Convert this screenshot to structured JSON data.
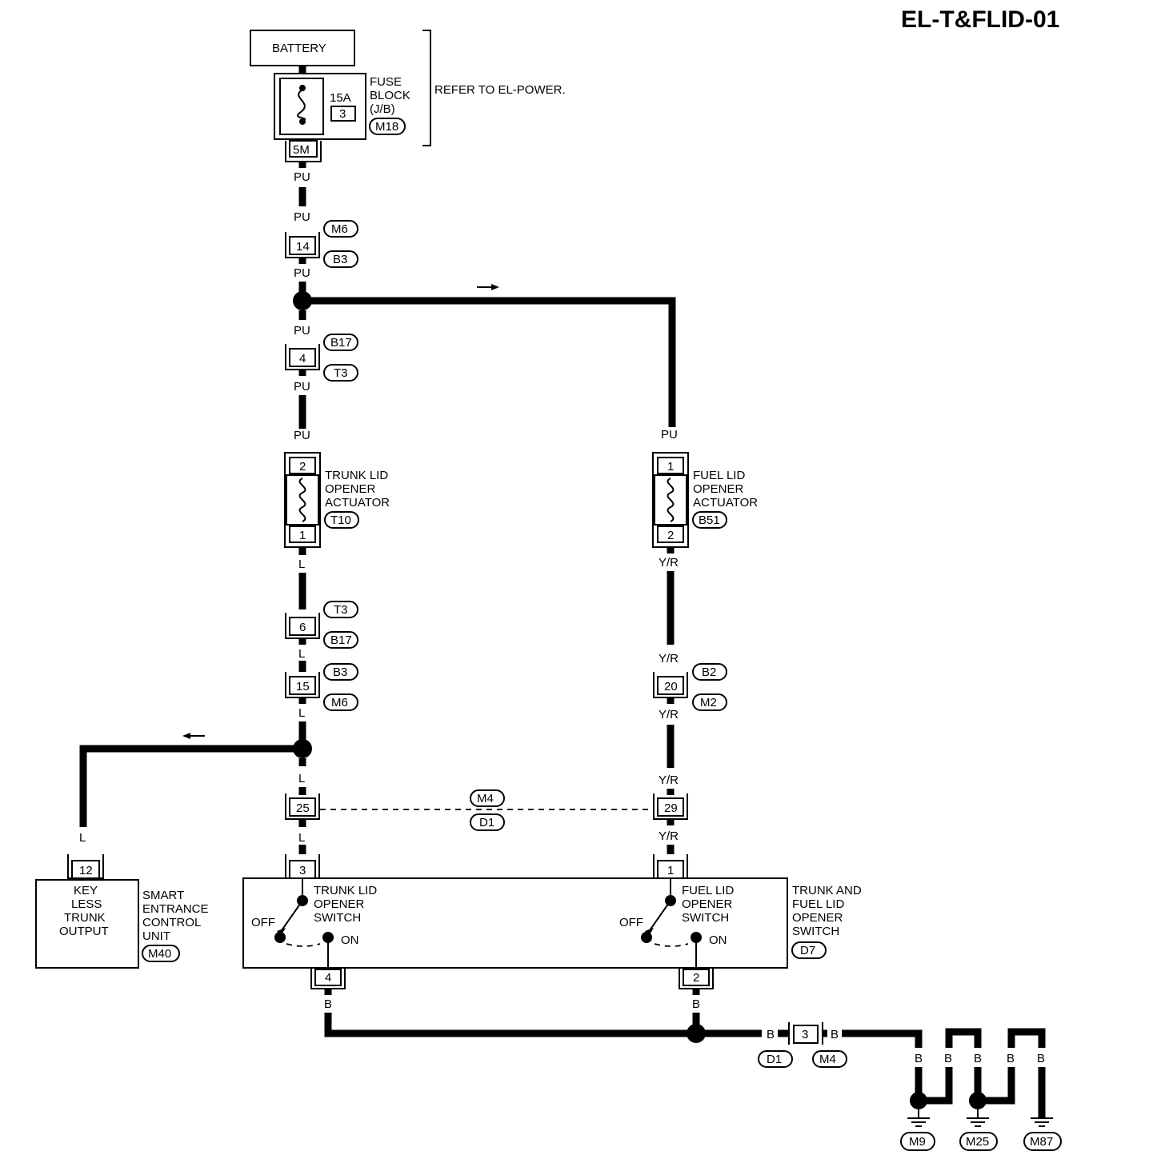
{
  "title": "EL-T&FLID-01",
  "battery": "BATTERY",
  "fuse": {
    "amp": "15A",
    "number": "3",
    "label": [
      "FUSE",
      "BLOCK",
      "(J/B)"
    ],
    "connector": "M18",
    "terminal": "5M"
  },
  "refer_note": "REFER TO EL-POWER.",
  "wire_colors": {
    "pu": "PU",
    "l": "L",
    "yr": "Y/R",
    "b": "B"
  },
  "connectors": {
    "m6": "M6",
    "b3": "B3",
    "b17": "B17",
    "t3": "T3",
    "t10": "T10",
    "b51": "B51",
    "b2": "B2",
    "m2": "M2",
    "m4": "M4",
    "d1": "D1",
    "m40": "M40",
    "d7": "D7",
    "m9": "M9",
    "m25": "M25",
    "m87": "M87"
  },
  "pins": {
    "p14": "14",
    "p4": "4",
    "p2": "2",
    "p1": "1",
    "p6": "6",
    "p15": "15",
    "p25": "25",
    "p20": "20",
    "p29": "29",
    "p3": "3",
    "p12": "12"
  },
  "trunk_actuator": {
    "label": [
      "TRUNK LID",
      "OPENER",
      "ACTUATOR"
    ]
  },
  "fuel_actuator": {
    "label": [
      "FUEL LID",
      "OPENER",
      "ACTUATOR"
    ]
  },
  "smart_unit": {
    "inner": [
      "KEY",
      "LESS",
      "TRUNK",
      "OUTPUT"
    ],
    "label": [
      "SMART",
      "ENTRANCE",
      "CONTROL",
      "UNIT"
    ]
  },
  "switch_box": {
    "trunk_switch": [
      "TRUNK LID",
      "OPENER",
      "SWITCH"
    ],
    "fuel_switch": [
      "FUEL LID",
      "OPENER",
      "SWITCH"
    ],
    "label": [
      "TRUNK AND",
      "FUEL LID",
      "OPENER",
      "SWITCH"
    ],
    "off": "OFF",
    "on": "ON"
  }
}
